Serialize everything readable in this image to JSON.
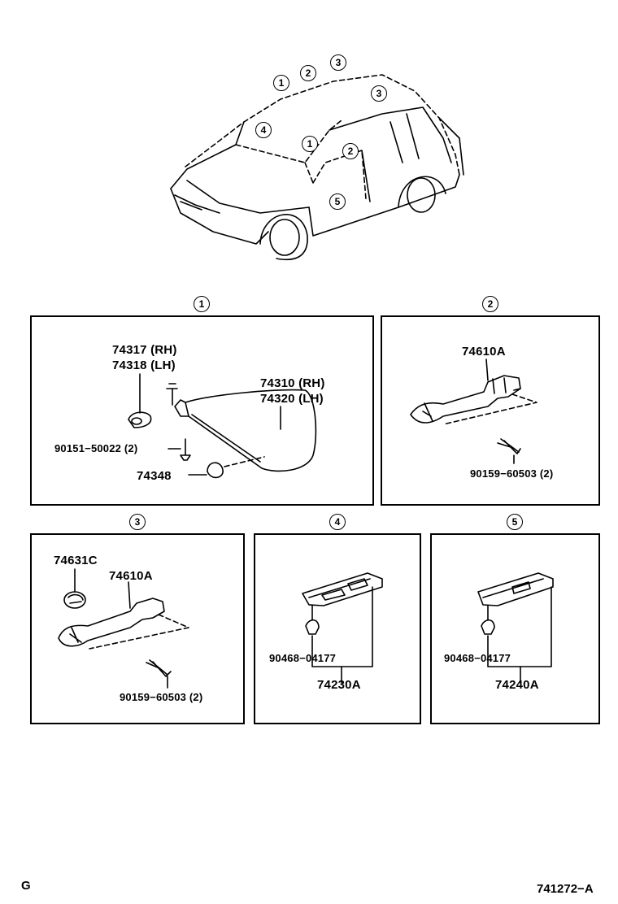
{
  "callouts": {
    "overview": [
      "1",
      "2",
      "3",
      "4",
      "1",
      "2",
      "3",
      "5"
    ],
    "sections": [
      "1",
      "2",
      "3",
      "4",
      "5"
    ]
  },
  "parts": {
    "s1": {
      "clip_rh": "74317 (RH)",
      "clip_lh": "74318 (LH)",
      "visor_rh": "74310 (RH)",
      "visor_lh": "74320 (LH)",
      "screw": "90151−50022 (2)",
      "holder": "74348"
    },
    "s2": {
      "grip": "74610A",
      "screw": "90159−60503 (2)"
    },
    "s3": {
      "cap": "74631C",
      "grip": "74610A",
      "screw": "90159−60503 (2)"
    },
    "s4": {
      "clip": "90468−04177",
      "lamp": "74230A"
    },
    "s5": {
      "clip": "90468−04177",
      "lamp": "74240A"
    }
  },
  "footer": {
    "section_letter": "G",
    "figure_code": "741272−A"
  }
}
